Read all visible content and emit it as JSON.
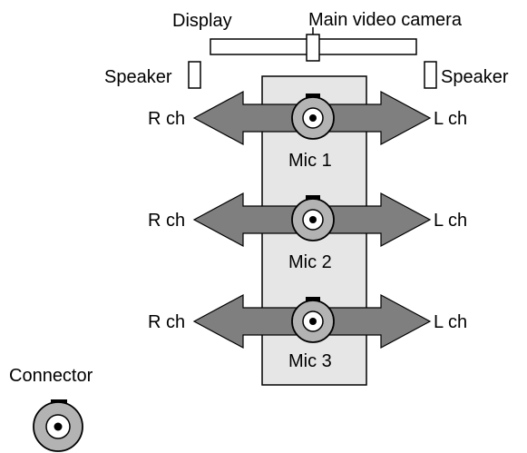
{
  "labels": {
    "display": "Display",
    "main_camera": "Main video camera",
    "speaker_left": "Speaker",
    "speaker_right": "Speaker",
    "connector": "Connector"
  },
  "mics": [
    {
      "name": "Mic 1",
      "left_channel": "R ch",
      "right_channel": "L ch"
    },
    {
      "name": "Mic 2",
      "left_channel": "R ch",
      "right_channel": "L ch"
    },
    {
      "name": "Mic 3",
      "left_channel": "R ch",
      "right_channel": "L ch"
    }
  ],
  "colors": {
    "table": "#e6e6e6",
    "arrow": "#7f7f7f",
    "mic_body": "#b3b3b3",
    "outline": "#000000"
  }
}
